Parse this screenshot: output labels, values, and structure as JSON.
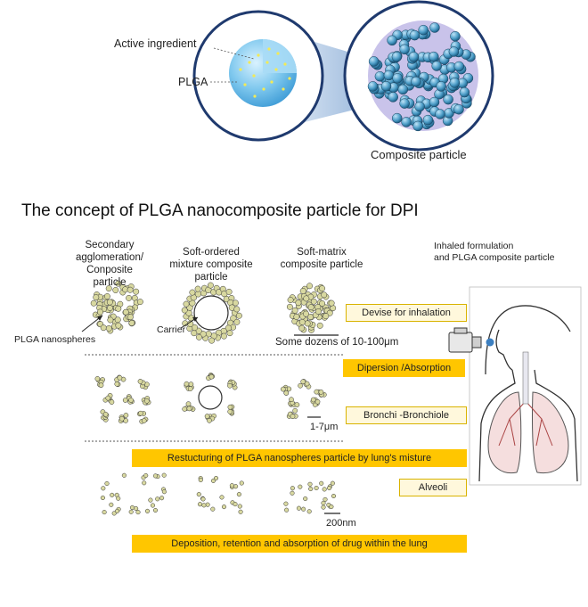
{
  "top": {
    "active_label": "Active ingredient",
    "plga_label": "PLGA",
    "composite_label": "Composite particle"
  },
  "title": "The concept of PLGA nanocomposite particle for DPI",
  "columns": {
    "col1": "Secondary\nagglomeration/\nConposite\nparticle",
    "col2": "Soft-ordered\nmixture composite\nparticle",
    "col3": "Soft-matrix\ncomposite particle",
    "col4": "Inhaled formulation\nand PLGA composite particle"
  },
  "labels": {
    "plga_nanospheres": "PLGA nanospheres",
    "carrier": "Carrier",
    "size1": "Some dozens of 10-100μm",
    "size2": "1-7μm",
    "size3": "200nm"
  },
  "boxes": {
    "device": "Devise for inhalation",
    "dispersion": "Dipersion /Absorption",
    "bronchi": "Bronchi -Bronchiole",
    "restructuring": "Restucturing of PLGA nanospheres particle by lung's misture",
    "alveoli": "Alveoli",
    "deposition": "Deposition, retention and absorption of drug within the lung"
  },
  "colors": {
    "sphere_blue": "#7fc8ee",
    "cluster_fill": "#d8d8a0",
    "box_yellow": "#ffc600",
    "ring": "#1f3a6e"
  }
}
